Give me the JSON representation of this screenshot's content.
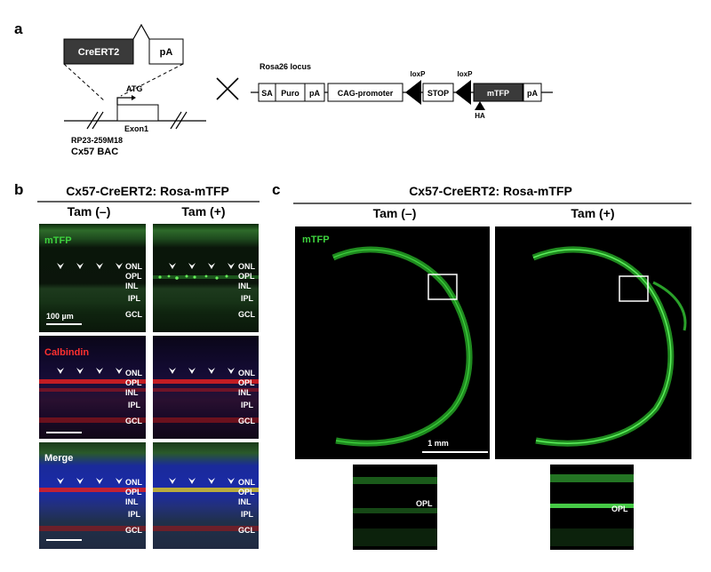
{
  "panel_a": {
    "label": "a",
    "cre": "CreERT2",
    "pa_top": "pA",
    "atg": "ATG",
    "exon": "Exon1",
    "bac_id": "RP23-259M18",
    "bac_name": "Cx57 BAC",
    "locus": "Rosa26 locus",
    "sa": "SA",
    "puro": "Puro",
    "pa1": "pA",
    "cag": "CAG-promoter",
    "loxp1": "loxP",
    "stop": "STOP",
    "loxp2": "loxP",
    "mtfp": "mTFP",
    "pa2": "pA",
    "ha": "HA"
  },
  "panel_b": {
    "label": "b",
    "title": "Cx57-CreERT2: Rosa-mTFP",
    "col_minus": "Tam (–)",
    "col_plus": "Tam (+)",
    "row_labels": [
      "mTFP",
      "Calbindin",
      "Merge"
    ],
    "layers": [
      "ONL",
      "OPL",
      "INL",
      "IPL",
      "GCL"
    ],
    "scale": "100 µm"
  },
  "panel_c": {
    "label": "c",
    "title": "Cx57-CreERT2: Rosa-mTFP",
    "col_minus": "Tam (–)",
    "col_plus": "Tam (+)",
    "channel": "mTFP",
    "scale": "1 mm",
    "inset_label_1": "OPL",
    "inset_label_2": "OPL"
  },
  "colors": {
    "mtfp_green": "#3ed23e",
    "calbindin_red": "#e02020",
    "dapi_blue": "#1a2fd0",
    "dark_box": "#3a3a3a"
  }
}
